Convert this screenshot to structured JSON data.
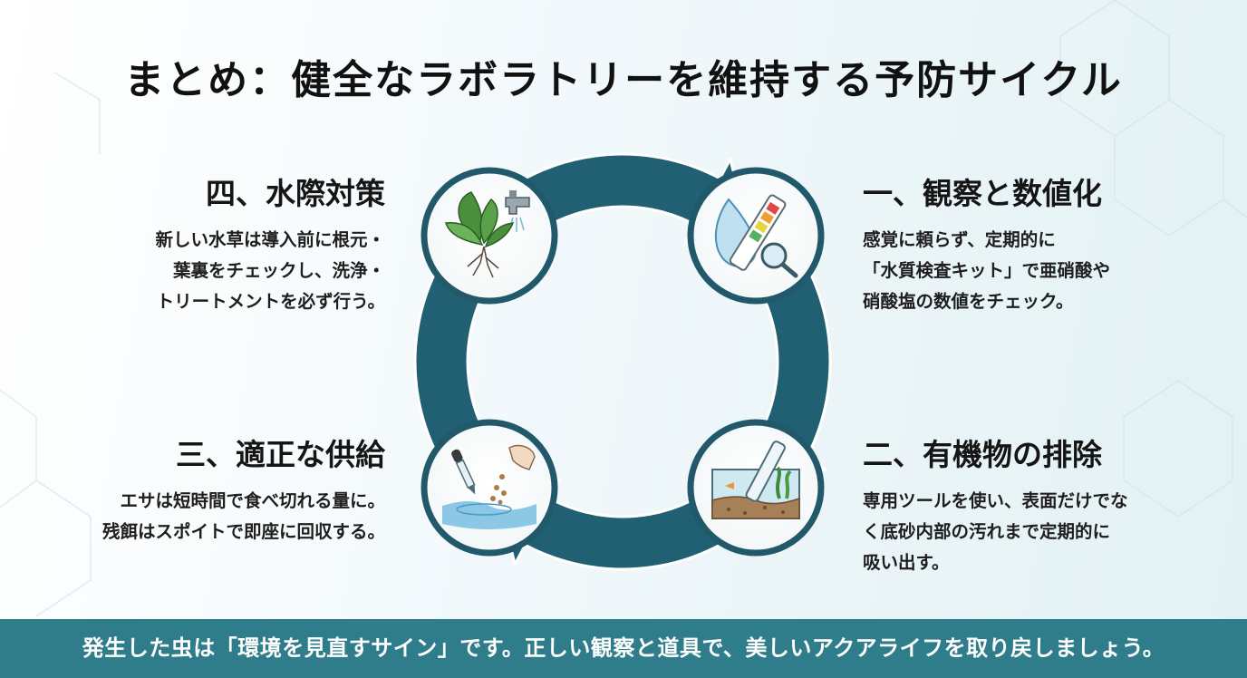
{
  "title": "まとめ：健全なラボラトリーを維持する予防サイクル",
  "colors": {
    "arrow": "#215f72",
    "arrow_edge": "#ffffff",
    "footer_bg": "#2f7d8a",
    "circle_ring": "#21596b"
  },
  "steps": [
    {
      "heading": "一、観察と数値化",
      "lines": [
        "感覚に頼らず、定期的に",
        "「水質検査キット」で亜硝酸や",
        "硝酸塩の数値をチェック。"
      ],
      "icon": "water-test-kit-icon"
    },
    {
      "heading": "二、有機物の排除",
      "lines": [
        "専用ツールを使い、表面だけでな",
        "く底砂内部の汚れまで定期的に",
        "吸い出す。"
      ],
      "icon": "gravel-cleaner-icon"
    },
    {
      "heading": "三、適正な供給",
      "lines": [
        "エサは短時間で食べ切れる量に。",
        "残餌はスポイトで即座に回収する。"
      ],
      "icon": "feeding-dropper-icon"
    },
    {
      "heading": "四、水際対策",
      "lines": [
        "新しい水草は導入前に根元・",
        "葉裏をチェックし、洗浄・",
        "トリートメントを必ず行う。"
      ],
      "icon": "plant-rinse-icon"
    }
  ],
  "footer": "発生した虫は「環境を見直すサイン」です。正しい観察と道具で、美しいアクアライフを取り戻しましょう。"
}
